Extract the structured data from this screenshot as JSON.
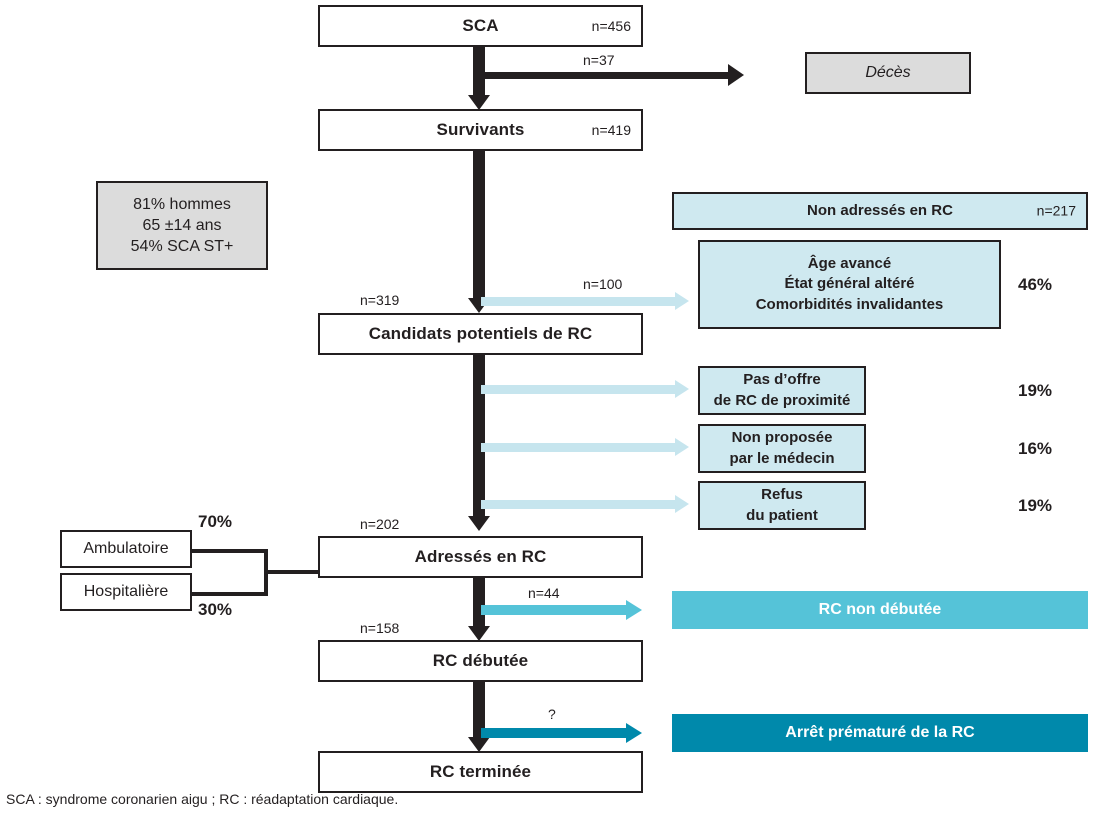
{
  "figure": {
    "footnote": "SCA : syndrome coronarien aigu ; RC : réadaptation cardiaque."
  },
  "colors": {
    "ink": "#231f20",
    "grey_fill": "#dcdcdc",
    "cyan_light": "#cfe9f0",
    "cyan_arrow": "#c6e5ee",
    "teal_medium": "#55c3d8",
    "teal_dark": "#0089ab"
  },
  "main_flow": [
    {
      "label": "SCA",
      "count": "n=456"
    },
    {
      "label": "Survivants",
      "count": "n=419"
    },
    {
      "label": "Candidats potentiels de RC",
      "count": ""
    },
    {
      "label": "Adressés en RC",
      "count": ""
    },
    {
      "label": "RC débutée",
      "count": ""
    },
    {
      "label": "RC terminée",
      "count": ""
    }
  ],
  "flow_edge_labels": {
    "to_deces": "n=37",
    "to_candidats": "n=319",
    "to_non_adresses_reason": "n=100",
    "to_adresses": "n=202",
    "to_rc_debutee": "n=158",
    "to_rc_non_debutee": "n=44",
    "to_arret_premature": "?"
  },
  "demographics": {
    "line1": "81% hommes",
    "line2": "65 ±14 ans",
    "line3": "54% SCA ST+"
  },
  "deces_box": {
    "label": "Décès"
  },
  "non_adresses": {
    "title": "Non adressés en RC",
    "count": "n=217"
  },
  "reasons": [
    {
      "lines": [
        "Âge avancé",
        "État général altéré",
        "Comorbidités invalidantes"
      ],
      "percent": "46%"
    },
    {
      "lines": [
        "Pas d’offre",
        "de RC de proximité"
      ],
      "percent": "19%"
    },
    {
      "lines": [
        "Non proposée",
        "par le médecin"
      ],
      "percent": "16%"
    },
    {
      "lines": [
        "Refus",
        "du patient"
      ],
      "percent": "19%"
    }
  ],
  "rc_modality": {
    "ambulatoire": {
      "label": "Ambulatoire",
      "percent": "70%"
    },
    "hospitaliere": {
      "label": "Hospitalière",
      "percent": "30%"
    }
  },
  "outcomes": [
    {
      "label": "RC non débutée",
      "color": "#55c3d8"
    },
    {
      "label": "Arrêt prématuré de la RC",
      "color": "#0089ab"
    }
  ]
}
